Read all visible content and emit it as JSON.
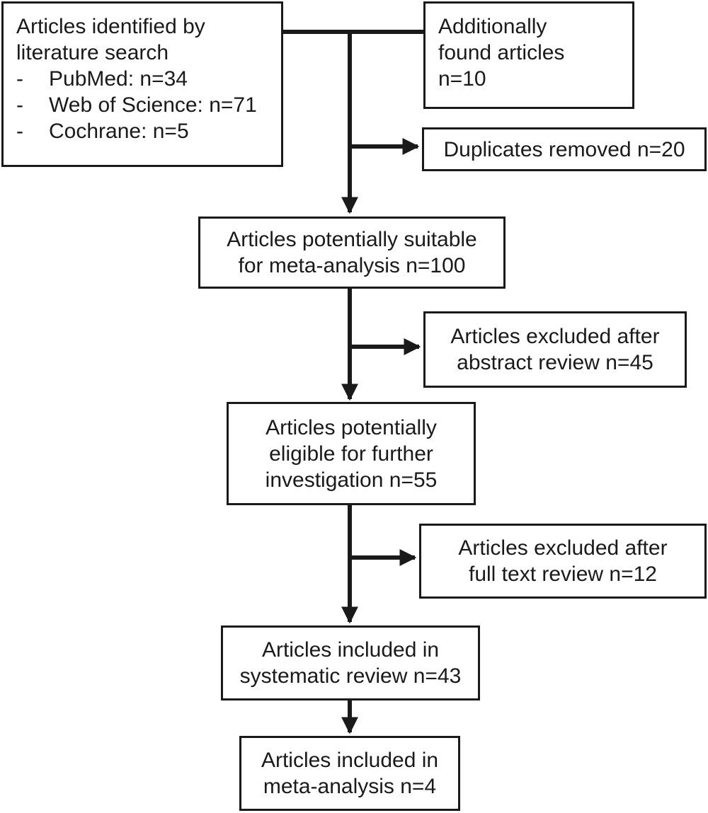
{
  "boxes": {
    "search": {
      "lines": [
        "Articles identified by",
        "literature search"
      ],
      "items": [
        {
          "bullet": "-",
          "text": "PubMed: n=34"
        },
        {
          "bullet": "-",
          "text": "Web of Science: n=71"
        },
        {
          "bullet": "-",
          "text": "Cochrane: n=5"
        }
      ]
    },
    "additional": {
      "lines": [
        "Additionally",
        "found articles",
        "n=10"
      ]
    },
    "duplicates": {
      "lines": [
        "Duplicates removed n=20"
      ]
    },
    "suitable": {
      "lines": [
        "Articles potentially suitable",
        "for meta-analysis n=100"
      ]
    },
    "excluded_abstract": {
      "lines": [
        "Articles excluded after",
        "abstract review n=45"
      ]
    },
    "eligible": {
      "lines": [
        "Articles potentially",
        "eligible for further",
        "investigation n=55"
      ]
    },
    "excluded_fulltext": {
      "lines": [
        "Articles excluded after",
        "full text review n=12"
      ]
    },
    "systematic": {
      "lines": [
        "Articles included in",
        "systematic review n=43"
      ]
    },
    "meta": {
      "lines": [
        "Articles included in",
        "meta-analysis n=4"
      ]
    }
  },
  "colors": {
    "stroke": "#1a1a1a",
    "background": "#ffffff"
  }
}
